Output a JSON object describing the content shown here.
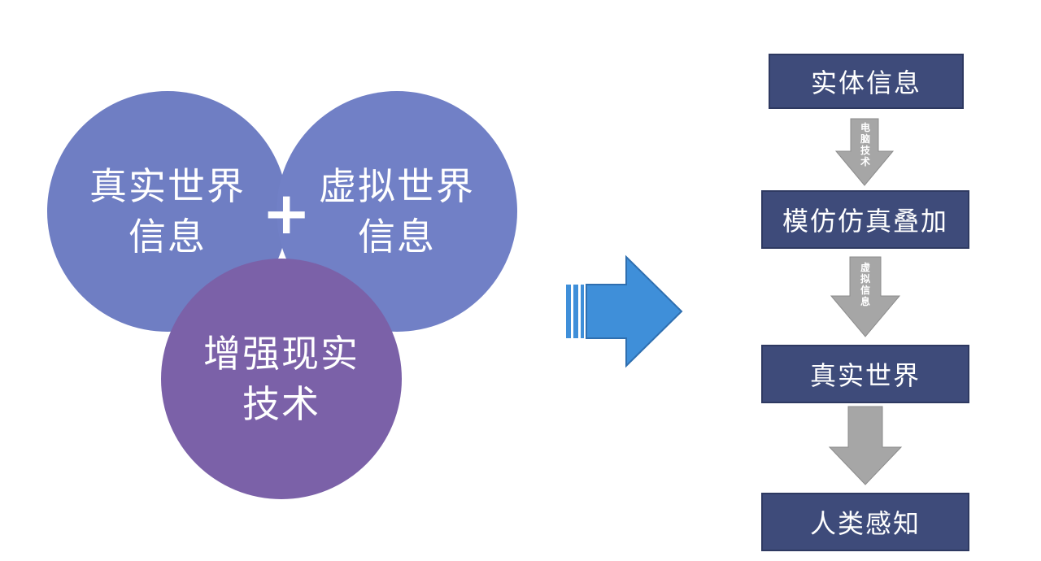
{
  "circles": {
    "real": {
      "line1": "真实世界",
      "line2": "信息"
    },
    "virtual": {
      "line1": "虚拟世界",
      "line2": "信息"
    },
    "ar": {
      "line1": "增强现实",
      "line2": "技术"
    }
  },
  "plus_symbol": "+",
  "flow": {
    "steps": [
      "实体信息",
      "模仿仿真叠加",
      "真实世界",
      "人类感知"
    ],
    "arrow_labels": [
      "电脑技术",
      "虚拟信息"
    ]
  },
  "colors": {
    "circle_real": "#6f7ec3",
    "circle_virtual": "#7180c6",
    "circle_ar": "#7b61a8",
    "box": "#3e4b7a",
    "gray_arrow": "#a6a6a6",
    "blue_arrow": "#3f8fd9"
  }
}
